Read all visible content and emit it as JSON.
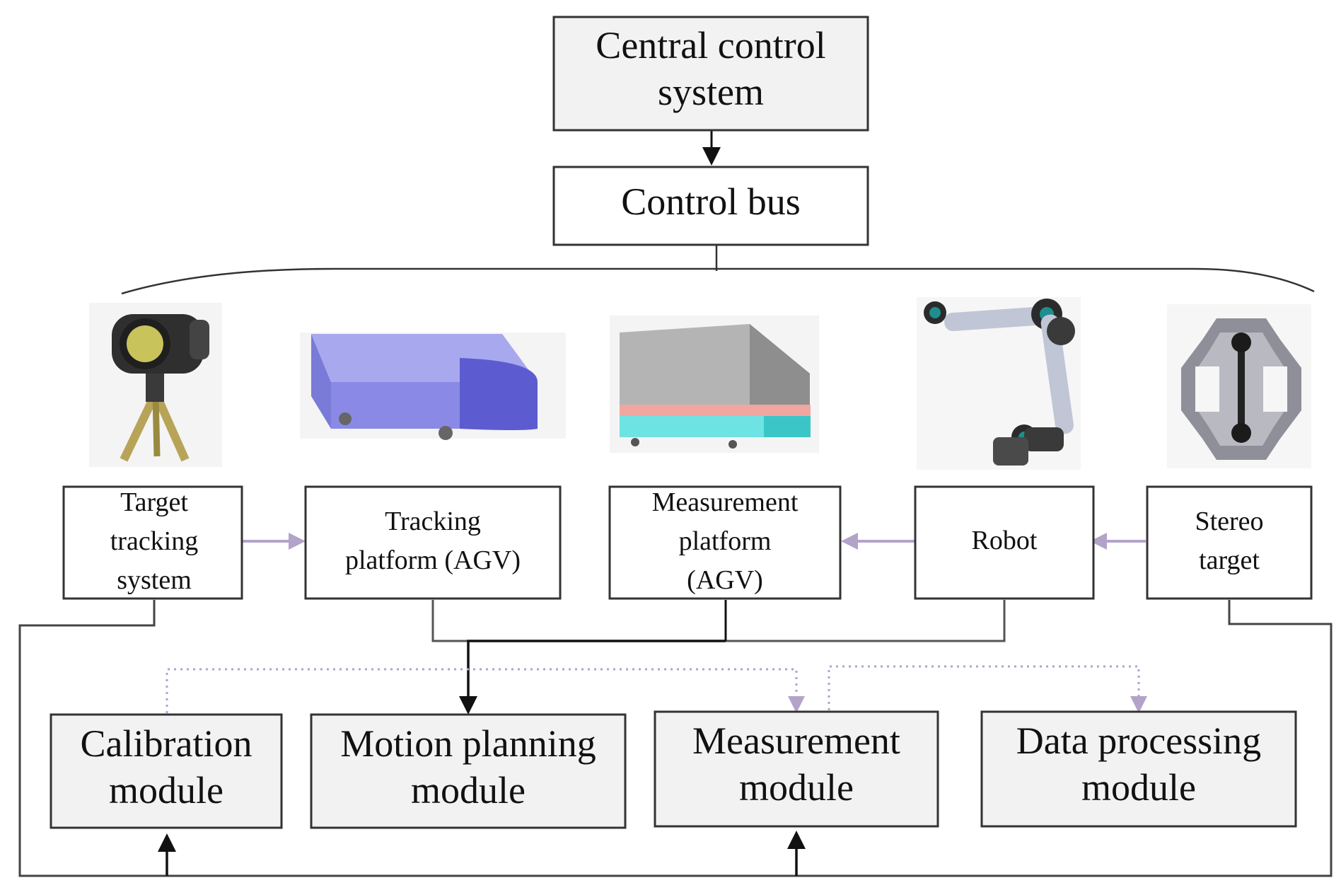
{
  "colors": {
    "box_stroke": "#333333",
    "box_fill_gray": "#f2f2f2",
    "box_fill_white": "#ffffff",
    "arrow_dark": "#111111",
    "arrow_purple": "#b3a3c8",
    "dotted_purple": "#b3a3c8"
  },
  "top": {
    "central": [
      "Central control",
      "system"
    ],
    "bus": [
      "Control bus"
    ]
  },
  "devices": {
    "target_tracking": [
      "Target",
      "tracking",
      "system"
    ],
    "tracking_platform": [
      "Tracking",
      "platform (AGV)"
    ],
    "measurement_platform": [
      "Measurement",
      "platform",
      "(AGV)"
    ],
    "robot": [
      "Robot"
    ],
    "stereo_target": [
      "Stereo",
      "target"
    ]
  },
  "modules": {
    "calibration": [
      "Calibration",
      "module"
    ],
    "motion_planning": [
      "Motion planning",
      "module"
    ],
    "measurement": [
      "Measurement",
      "module"
    ],
    "data_processing": [
      "Data processing",
      "module"
    ]
  },
  "icons": {
    "tracker": "laser-tracker-icon",
    "tracking_agv": "tracking-agv-icon",
    "measurement_agv": "measurement-agv-icon",
    "robot": "robot-arm-icon",
    "stereo": "stereo-target-icon"
  }
}
